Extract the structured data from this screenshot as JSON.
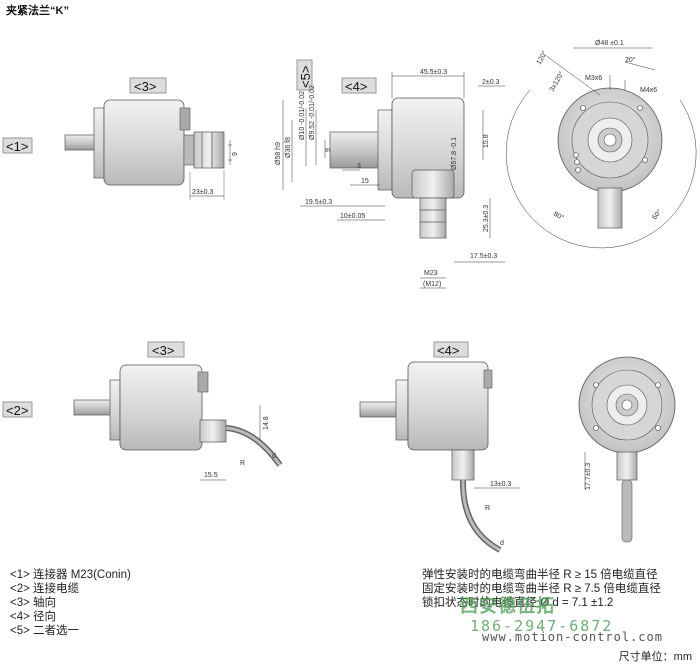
{
  "title": "夹紧法兰“K”",
  "view_tags": {
    "t1": "<1>",
    "t2": "<2>",
    "t3a": "<3>",
    "t3b": "<3>",
    "t4a": "<4>",
    "t4b": "<4>",
    "t5": "<5>"
  },
  "dims": {
    "d23": "23±0.3",
    "d9": "9",
    "dia58": "Ø58 h9",
    "dia36": "Ø36 f8",
    "dia10": "Ø10 -0.01/-0.02",
    "dia952": "Ø9.52 -0.01/-0.02",
    "d3": "3",
    "d15": "15",
    "d195": "19.5±0.3",
    "d10": "10±0.05",
    "d455": "45.5±0.3",
    "d2": "2±0.3",
    "d158": "15.8",
    "dia57": "Ø57.8 -0.1",
    "d253": "25.3±0.3",
    "d175": "17.5±0.3",
    "m23": "M23",
    "m12": "(M12)",
    "d148": "14.8",
    "d155": "15.5",
    "R": "R",
    "dd": "d",
    "d13": "13±0.3",
    "d177": "17.7±0.3",
    "phi48": "Ø48 ±0.1",
    "a120": "120°",
    "a20": "20°",
    "m3x6": "M3x6",
    "m4x6": "M4x6",
    "a3x120": "3x120°",
    "a80": "80°",
    "a60": "60°"
  },
  "legend": [
    "<1> 连接器 M23(Conin)",
    "<2> 连接电缆",
    "<3> 轴向",
    "<4> 径向",
    "<5> 二者选一"
  ],
  "notes": [
    "弹性安装时的电缆弯曲半径 R ≥ 15 倍电缆直径",
    "固定安装时的电缆弯曲半径 R ≥ 7.5 倍电缆直径",
    "锁扣状态时的电缆直径 Ø d = 7.1 ±1.2"
  ],
  "watermark": {
    "cn": "西安德伍拓",
    "phone": "186-2947-6872",
    "web": "www.motion-control.com"
  },
  "unit_label": "尺寸单位：mm"
}
